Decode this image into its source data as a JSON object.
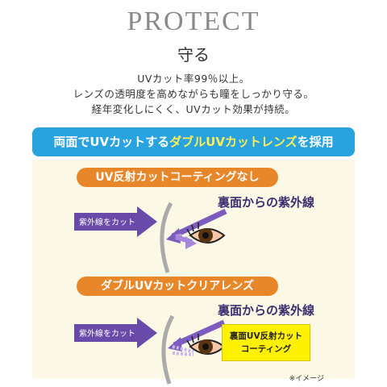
{
  "heading": {
    "title": "PROTECT",
    "subtitle": "守る"
  },
  "description": {
    "line1": "UVカット率99％以上。",
    "line2": "レンズの透明度を高めながらも瞳をしっかり守る。",
    "line3": "経年変化しにくく、UVカット効果が持続。"
  },
  "banner": {
    "pre": "両面でUVカットする",
    "highlight": "ダブルUVカットレンズ",
    "post": "を採用"
  },
  "section1": {
    "title": "UV反射カットコーティングなし",
    "rear_label": "裏面からの紫外線",
    "arrow_label": "紫外線をカット"
  },
  "section2": {
    "title": "ダブルUVカットクリアレンズ",
    "rear_label": "裏面からの紫外線",
    "arrow_label": "紫外線をカット",
    "box_line1": "裏面UV反射カット",
    "box_line2": "コーティング"
  },
  "note": "※イメージ",
  "colors": {
    "accent_blue": "#29a3e0",
    "orange": "#e8862a",
    "purple": "#6a4aa8",
    "yellow": "#fff100",
    "panel_bg": "#fbf8e6"
  }
}
